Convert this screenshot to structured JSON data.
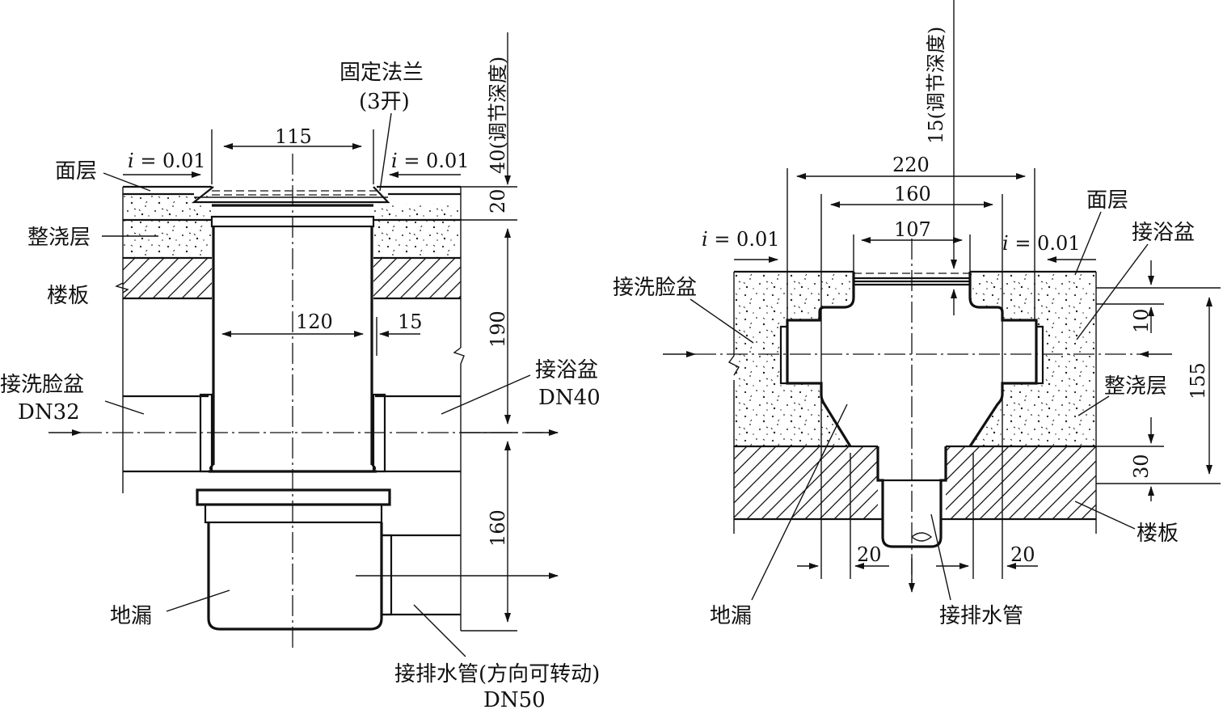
{
  "left": {
    "labels": {
      "fixing_flange": "固定法兰",
      "flange_count": "(3开)",
      "surface_layer": "面层",
      "leveling_layer": "整浇层",
      "floor_slab": "楼板",
      "washbasin_inlet": "接洗脸盆",
      "washbasin_dn": "DN32",
      "bathtub_inlet": "接浴盆",
      "bathtub_dn": "DN40",
      "floor_drain": "地漏",
      "drain_outlet": "接排水管(方向可转动)",
      "drain_dn": "DN50"
    },
    "slopes": {
      "left": "i = 0.01",
      "right": "i = 0.01"
    },
    "dims": {
      "top_width": "115",
      "body_width": "120",
      "wall_gap": "15",
      "adjust_depth": "40(调节深度)",
      "surface_thickness": "20",
      "upper_height": "190",
      "lower_height": "160"
    }
  },
  "right": {
    "labels": {
      "surface_layer": "面层",
      "bathtub_inlet": "接浴盆",
      "washbasin_inlet": "接洗脸盆",
      "leveling_layer": "整浇层",
      "floor_slab": "楼板",
      "floor_drain": "地漏",
      "drain_pipe": "接排水管"
    },
    "slopes": {
      "left": "i = 0.01",
      "right": "i = 0.01"
    },
    "dims": {
      "adjust_depth": "15(调节深度)",
      "outer_width": "220",
      "mid_width": "160",
      "inner_width": "107",
      "inlet_height": "10",
      "total_height": "155",
      "slab_offset": "30",
      "left_wall": "20",
      "right_wall": "20"
    }
  }
}
